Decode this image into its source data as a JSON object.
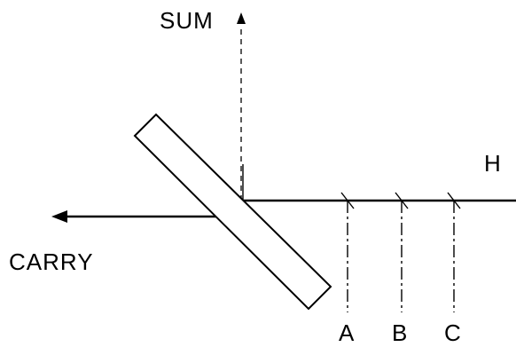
{
  "labels": {
    "sum": "SUM",
    "carry": "CARRY",
    "h": "H",
    "a": "A",
    "b": "B",
    "c": "C"
  },
  "colors": {
    "ink": "#000000",
    "background": "#ffffff"
  }
}
